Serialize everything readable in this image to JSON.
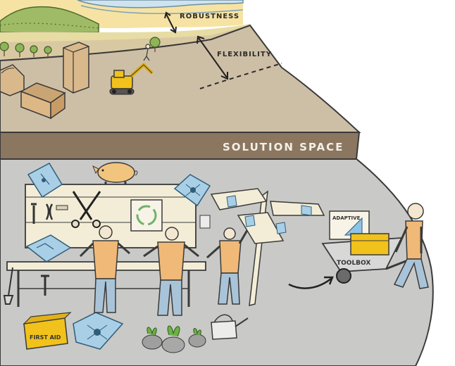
{
  "labels": {
    "robustness": "ROBUSTNESS",
    "flexibility": "FLEXIBILITY",
    "solution_space": "SOLUTION SPACE",
    "first_aid": "FIRST AID",
    "toolbox": "TOOLBOX",
    "adaptive": "ADAPTIVE"
  },
  "colors": {
    "ground_top": "#cdbfa6",
    "slab_side": "#8b7660",
    "lower_ground": "#c9c9c7",
    "tag_blue": "#a9cfe6",
    "figure_orange": "#f0b978",
    "sky_yellow": "#f6e3a3",
    "river_blue": "#cfe3ee",
    "hill_green": "#c9d7a2"
  },
  "icons": [
    "piggy-bank-icon",
    "first-aid-kit-icon",
    "watering-can-icon",
    "toolbox-icon",
    "signpost-icon",
    "excavator-icon",
    "recycle-icon"
  ]
}
